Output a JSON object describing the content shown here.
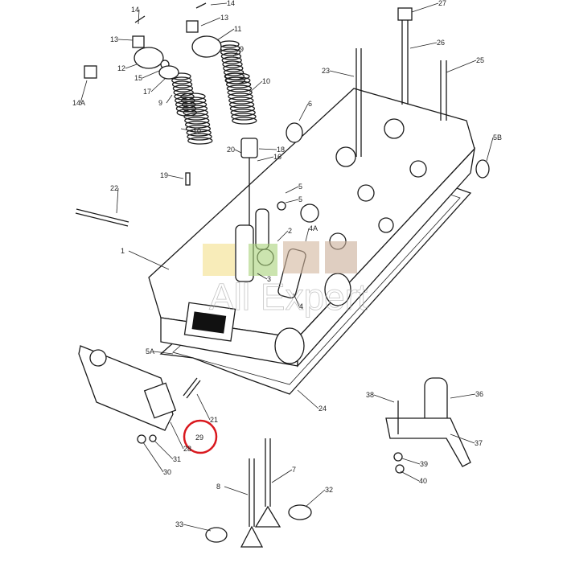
{
  "diagram": {
    "labels": [
      "14",
      "14",
      "13",
      "13",
      "12",
      "15",
      "17",
      "14A",
      "9",
      "11",
      "9",
      "10",
      "10",
      "27",
      "26",
      "25",
      "23",
      "6",
      "5B",
      "18",
      "16",
      "20",
      "19",
      "22",
      "5",
      "5",
      "2",
      "4A",
      "1",
      "3",
      "4",
      "5A",
      "24",
      "21",
      "29",
      "28",
      "31",
      "30",
      "38",
      "36",
      "37",
      "39",
      "40",
      "7",
      "8",
      "32",
      "33"
    ],
    "highlighted_part": "29",
    "highlight_color": "#d9181e",
    "watermark": "All Expert",
    "watermark_colors": [
      "#f3e08a",
      "#a9d27a",
      "#d2b59c",
      "#c9ad98"
    ]
  }
}
